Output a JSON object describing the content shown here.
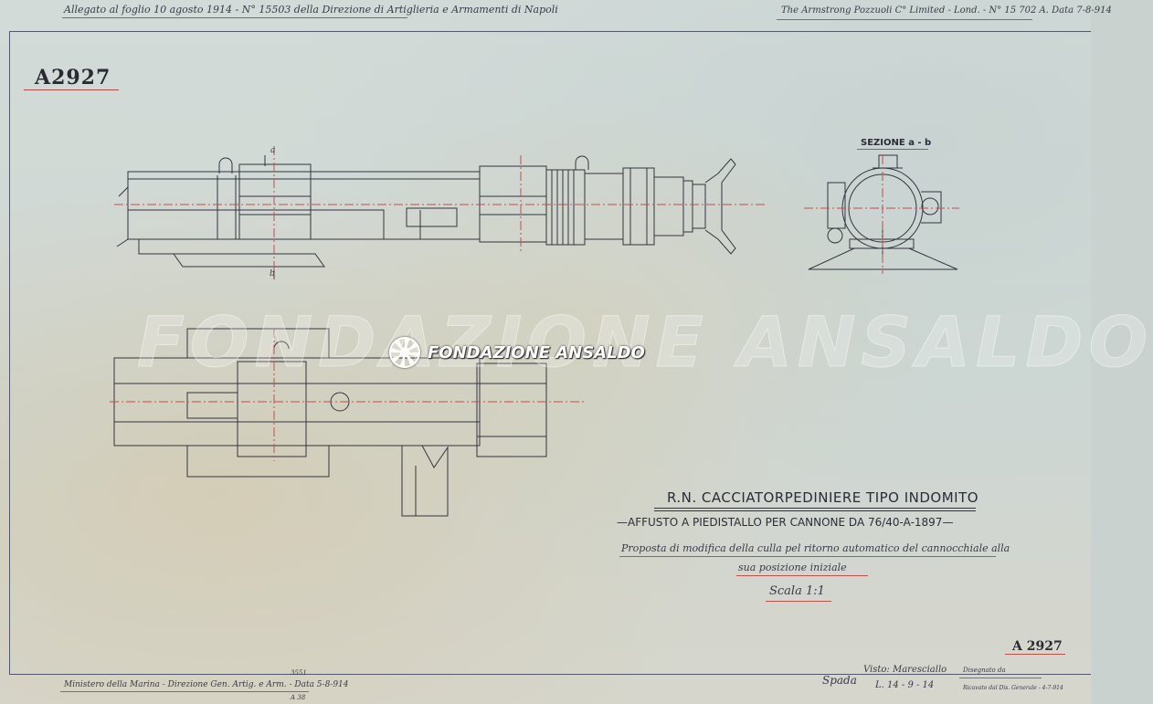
{
  "header": {
    "left_note": "Allegato al foglio 10 agosto 1914 - N° 15503 della Direzione di Artiglieria e Armamenti di Napoli",
    "right_note": "The Armstrong Pozzuoli C° Limited - Lond. - N° 15 702 A. Data 7-8-914"
  },
  "drawing_number": "A2927",
  "drawing_number_bottom": "A 2927",
  "section_label": "SEZIONE a - b",
  "section_marks": [
    "a",
    "b"
  ],
  "watermark": {
    "large": "FONDAZIONE ANSALDO",
    "badge": "FONDAZIONE ANSALDO"
  },
  "title_block": {
    "line1": "R.N. CACCIATORPEDINIERE TIPO INDOMITO",
    "line2": "—AFFUSTO A PIEDISTALLO PER CANNONE DA 76/40-A-1897—",
    "line3": "Proposta di modifica della culla pel ritorno automatico del cannocchiale alla",
    "line4": "sua posizione iniziale",
    "scale": "Scala 1:1"
  },
  "footer": {
    "left_note": "Ministero della Marina - Direzione Gen. Artig. e Arm. - Data 5-8-914",
    "left_fraction_top": "3551",
    "left_fraction_bottom": "A 38",
    "signature": "Spada",
    "visto": "Visto: Maresciallo",
    "visto_date": "L. 14 - 9 - 14",
    "disegnato": "Disegnato da",
    "disegnato_note": "Ricavato dal Dis. Generale - 4-7-914"
  },
  "colors": {
    "ink": "#34343f",
    "red_ink": "#c0504d",
    "paper": "#d1d9d5"
  }
}
